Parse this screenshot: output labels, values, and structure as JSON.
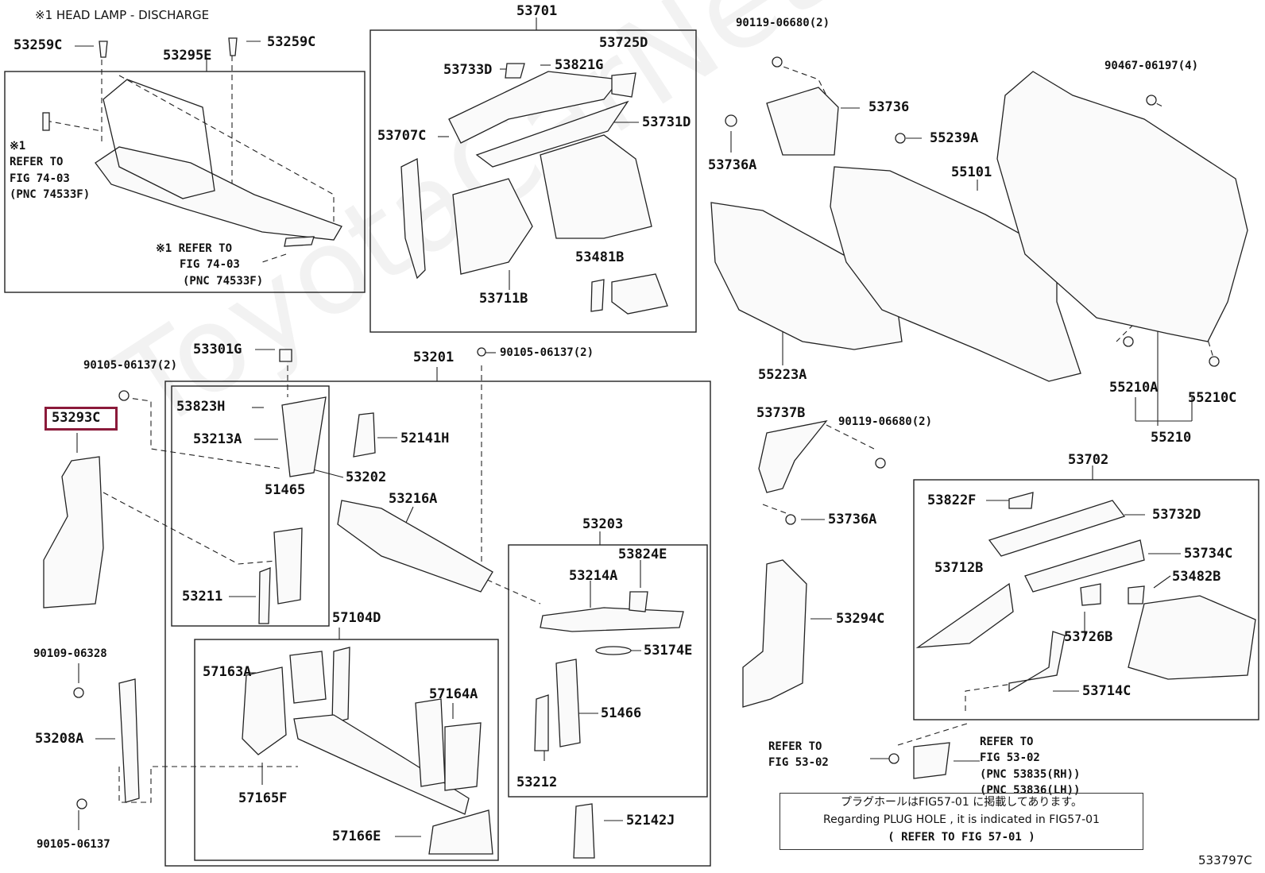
{
  "header_note": "※1 HEAD LAMP - DISCHARGE",
  "watermark": "ToyotaCarNet.ru",
  "diagram_code": "533797C",
  "highlighted_part": "53293C",
  "plug_note": {
    "line1": "プラグホールはFIG57-01 に掲載してあります。",
    "line2": "Regarding PLUG HOLE , it is indicated in FIG57-01",
    "line3": "(  REFER TO FIG 57-01 )"
  },
  "refer_notes": {
    "top_left_1": [
      "※1",
      "REFER TO",
      "FIG 74-03",
      "(PNC 74533F)"
    ],
    "top_left_2": [
      "※1 REFER TO",
      "FIG 74-03",
      "(PNC 74533F)"
    ],
    "fig53_left": [
      "REFER TO",
      "FIG 53-02"
    ],
    "fig53_right": [
      "REFER TO",
      "FIG 53-02",
      "(PNC 53835(RH))",
      "(PNC 53836(LH))"
    ]
  },
  "parts": {
    "p53259C_a": "53259C",
    "p53259C_b": "53259C",
    "p53295E": "53295E",
    "p53701": "53701",
    "p53725D": "53725D",
    "p53733D": "53733D",
    "p53821G": "53821G",
    "p53707C": "53707C",
    "p53731D": "53731D",
    "p53481B": "53481B",
    "p53711B": "53711B",
    "p90119_06680_a": "90119-06680(2)",
    "p53736": "53736",
    "p53736A_a": "53736A",
    "p55239A": "55239A",
    "p55101": "55101",
    "p90467_06197": "90467-06197(4)",
    "p55223A": "55223A",
    "p55210A": "55210A",
    "p55210C": "55210C",
    "p55210": "55210",
    "p53301G": "53301G",
    "p90105_06137_a": "90105-06137(2)",
    "p90105_06137_b": "90105-06137(2)",
    "p53201": "53201",
    "p53293C": "53293C",
    "p53823H": "53823H",
    "p53213A": "53213A",
    "p52141H": "52141H",
    "p53202": "53202",
    "p51465": "51465",
    "p53216A": "53216A",
    "p53211": "53211",
    "p53203": "53203",
    "p53824E": "53824E",
    "p53214A": "53214A",
    "p53174E": "53174E",
    "p51466": "51466",
    "p53212": "53212",
    "p57104D": "57104D",
    "p57163A": "57163A",
    "p57164A": "57164A",
    "p57165F": "57165F",
    "p57166E": "57166E",
    "p52142J": "52142J",
    "p90109_06328": "90109-06328",
    "p53208A": "53208A",
    "p90105_06137_c": "90105-06137",
    "p53737B": "53737B",
    "p90119_06680_b": "90119-06680(2)",
    "p53736A_b": "53736A",
    "p53294C": "53294C",
    "p53702": "53702",
    "p53822F": "53822F",
    "p53732D": "53732D",
    "p53712B": "53712B",
    "p53734C": "53734C",
    "p53482B": "53482B",
    "p53726B": "53726B",
    "p53714C": "53714C"
  }
}
